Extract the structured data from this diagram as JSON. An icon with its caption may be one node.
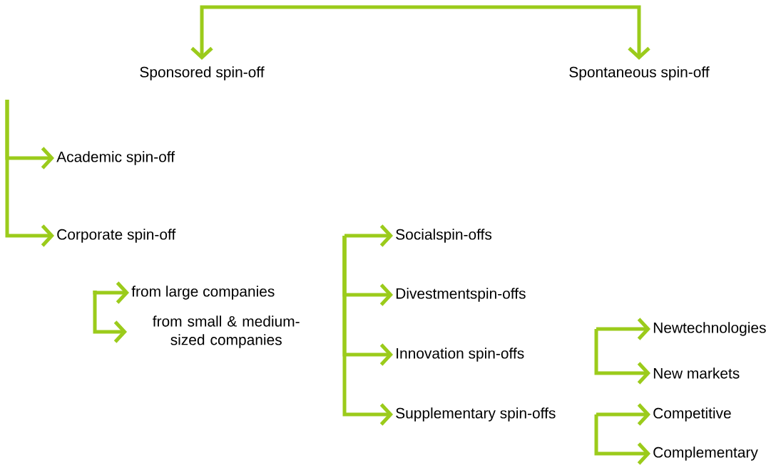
{
  "diagram": {
    "nodes": [
      {
        "text": [
          "Sponsored spin-off"
        ]
      },
      {
        "text": [
          "Spontaneous spin-off"
        ]
      },
      {
        "text": [
          "Academic spin-off"
        ]
      },
      {
        "text": [
          "Corporate spin-off"
        ]
      },
      {
        "text": [
          "from large companies"
        ]
      },
      {
        "text": [
          "from small & medium-sized companies"
        ]
      },
      {
        "text": [
          "Socialspin-offs"
        ]
      },
      {
        "text": [
          "Divestmentspin-offs"
        ]
      },
      {
        "text": [
          "Innovation spin-offs"
        ]
      },
      {
        "text": [
          "Supplementary spin-offs"
        ]
      },
      {
        "text": [
          "Newtechnologies"
        ]
      },
      {
        "text": [
          "New markets"
        ]
      },
      {
        "text": [
          "Competitive"
        ]
      },
      {
        "text": [
          "Complementary"
        ]
      }
    ],
    "edges": [
      {
        "from": 0,
        "to": 1,
        "arrow": "both"
      },
      {
        "from": null,
        "to": 2,
        "arrow": "to"
      },
      {
        "from": null,
        "to": 3,
        "arrow": "to"
      },
      {
        "from": null,
        "to": 4,
        "arrow": "to"
      },
      {
        "from": null,
        "to": 5,
        "arrow": "to"
      },
      {
        "from": null,
        "to": 6,
        "arrow": "to"
      },
      {
        "from": null,
        "to": 7,
        "arrow": "to"
      },
      {
        "from": null,
        "to": 8,
        "arrow": "to"
      },
      {
        "from": null,
        "to": 9,
        "arrow": "to"
      },
      {
        "from": null,
        "to": 10,
        "arrow": "to"
      },
      {
        "from": null,
        "to": 11,
        "arrow": "to"
      },
      {
        "from": null,
        "to": 12,
        "arrow": "to"
      },
      {
        "from": null,
        "to": 13,
        "arrow": "to"
      }
    ]
  }
}
